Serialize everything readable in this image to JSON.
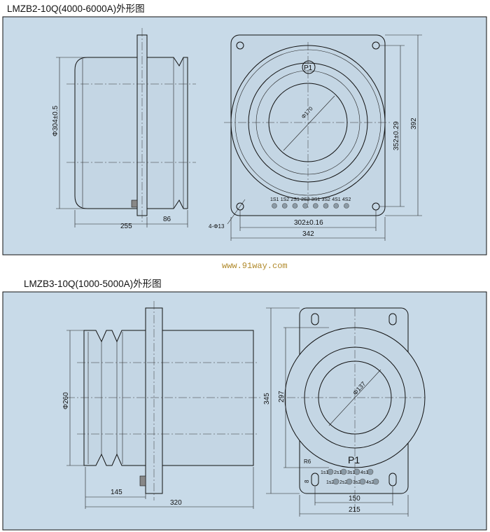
{
  "drawing1": {
    "title": "LMZB2-10Q(4000-6000A)外形图",
    "dims": {
      "diameter": "Φ304±0.5",
      "length": "255",
      "flange_offset": "86",
      "holes": "4-Φ13",
      "hole_pitch_h": "302±0.16",
      "width": "342",
      "hole_pitch_v": "352±0.29",
      "height": "392",
      "bore": "Φ170"
    },
    "primary": "P1",
    "terminals": [
      "1S1",
      "1S2",
      "2S1",
      "2S2",
      "3S1",
      "3S2",
      "4S1",
      "4S2"
    ]
  },
  "watermark": "www.91way.com",
  "drawing2": {
    "title": "LMZB3-10Q(1000-5000A)外形图",
    "dims": {
      "diameter": "Φ260",
      "flange_offset": "145",
      "length": "320",
      "height": "345",
      "body_height": "297",
      "hole_pitch": "150",
      "width": "215",
      "bore": "Φ137",
      "radius": "R6",
      "slot": "8"
    },
    "primary": "P1",
    "terminals_row1": [
      "1s1",
      "2s1",
      "3s1",
      "4s1"
    ],
    "terminals_row2": [
      "1s2",
      "2s2",
      "3s2",
      "4s2"
    ]
  },
  "colors": {
    "panel": "#c8dae8",
    "line": "#111111"
  }
}
